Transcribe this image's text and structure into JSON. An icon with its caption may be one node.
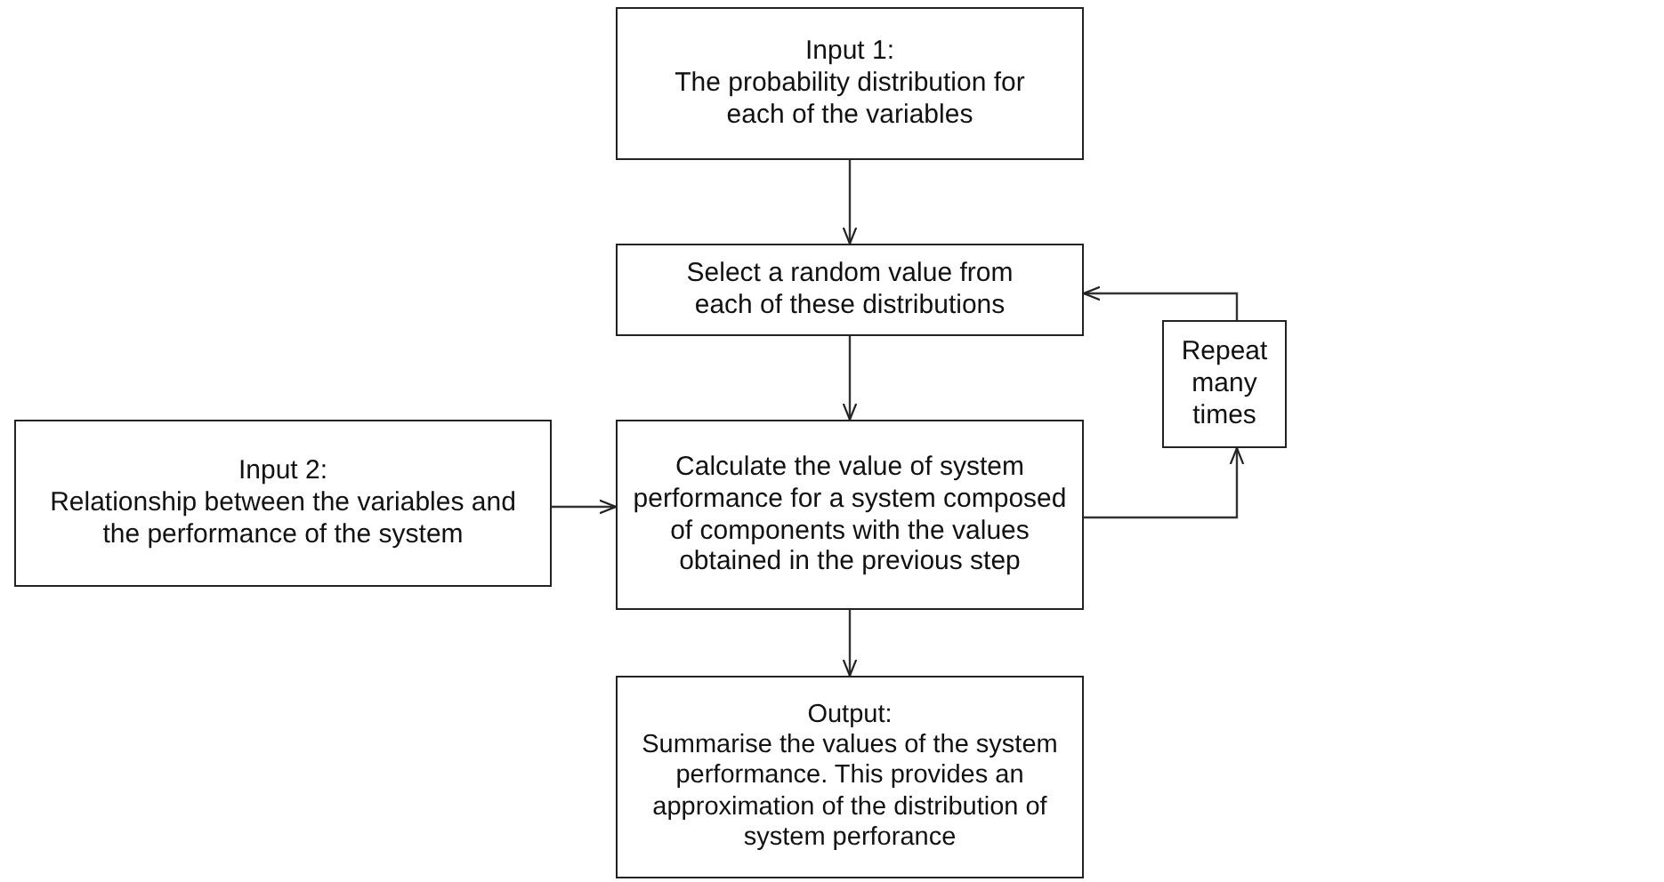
{
  "diagram": {
    "nodes": [
      {
        "text": [
          "Input 1:",
          "The probability distribution for each of the variables"
        ]
      },
      {
        "text": [
          "Select a random value from each of these distributions"
        ]
      },
      {
        "text": [
          "Input 2:",
          "Relationship between the variables and the performance of the system"
        ]
      },
      {
        "text": [
          "Calculate the value of system performance for a system composed of components with the values obtained in the previous step"
        ]
      },
      {
        "text": [
          "Repeat many times"
        ]
      },
      {
        "text": [
          "Output:",
          "Summarise the values of the system performance. This provides an approximation of the distribution of system perforance"
        ]
      }
    ],
    "edges": [
      {
        "from": 0,
        "to": 1,
        "arrow": "to"
      },
      {
        "from": 1,
        "to": 3,
        "arrow": "to"
      },
      {
        "from": 2,
        "to": 3,
        "arrow": "to"
      },
      {
        "from": 3,
        "to": 4,
        "arrow": "to"
      },
      {
        "from": 4,
        "to": 1,
        "arrow": "to"
      },
      {
        "from": 3,
        "to": 5,
        "arrow": "to"
      }
    ]
  }
}
